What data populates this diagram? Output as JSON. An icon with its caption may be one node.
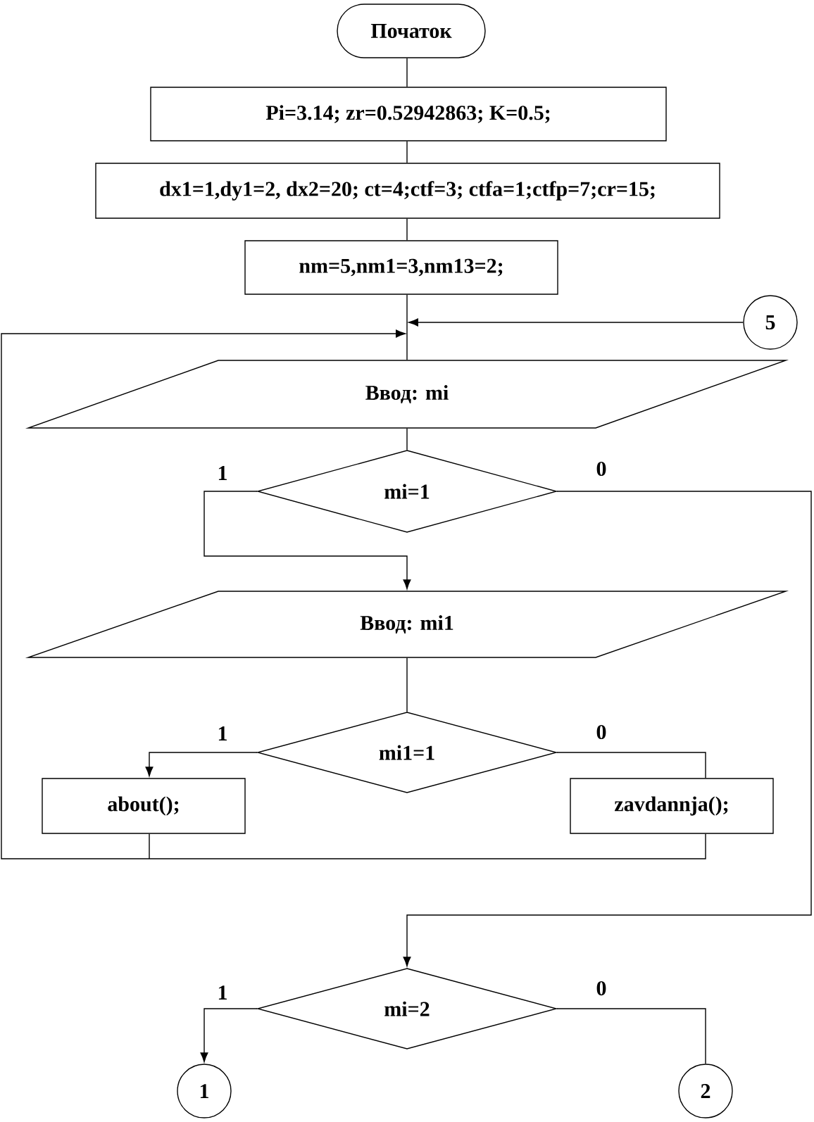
{
  "diagram": {
    "nodes": [
      {
        "text": [
          "Початок"
        ]
      },
      {
        "text": [
          "Pi=3.14; zr=0.52942863; K=0.5;"
        ]
      },
      {
        "text": [
          "dx1=1,dy1=2, dx2=20; ct=4;ctf=3; ctfa=1;ctfp=7;cr=15;"
        ]
      },
      {
        "text": [
          "nm=5,nm1=3,nm13=2;"
        ]
      },
      {
        "text": [
          "5"
        ]
      },
      {
        "text": [
          "Ввод: mi"
        ]
      },
      {
        "text": [
          "mi=1"
        ]
      },
      {
        "text": [
          "Ввод: mi1"
        ]
      },
      {
        "text": [
          "mi1=1"
        ]
      },
      {
        "text": [
          "about();"
        ]
      },
      {
        "text": [
          "zavdannja();"
        ]
      },
      {
        "text": [
          "mi=2"
        ]
      },
      {
        "text": [
          "1"
        ]
      },
      {
        "text": [
          "2"
        ]
      }
    ],
    "edges": [
      {
        "from": 0,
        "to": 1,
        "arrow": "none"
      },
      {
        "from": 1,
        "to": 2,
        "arrow": "none"
      },
      {
        "from": 2,
        "to": 3,
        "arrow": "none"
      },
      {
        "from": 3,
        "to": 5,
        "arrow": "none"
      },
      {
        "from": 4,
        "to": null,
        "arrow": "to"
      },
      {
        "from": 5,
        "to": 6,
        "arrow": "none"
      },
      {
        "from": 6,
        "to": 7,
        "arrow": "to",
        "label": "1"
      },
      {
        "from": 6,
        "to": 11,
        "arrow": "to",
        "label": "0"
      },
      {
        "from": 7,
        "to": 8,
        "arrow": "none"
      },
      {
        "from": 8,
        "to": 9,
        "arrow": "to",
        "label": "1"
      },
      {
        "from": 8,
        "to": 10,
        "arrow": "none",
        "label": "0"
      },
      {
        "from": 9,
        "to": null,
        "arrow": "to"
      },
      {
        "from": 10,
        "to": null,
        "arrow": "to"
      },
      {
        "from": 11,
        "to": 12,
        "arrow": "to",
        "label": "1"
      },
      {
        "from": 11,
        "to": 13,
        "arrow": "none",
        "label": "0"
      }
    ]
  }
}
